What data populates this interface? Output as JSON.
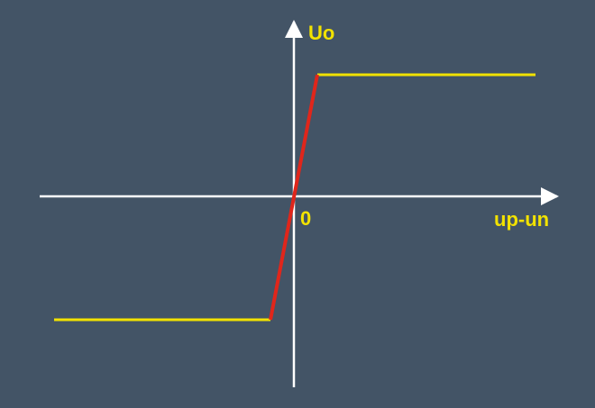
{
  "diagram": {
    "y_axis_label": "Uo",
    "x_axis_label": "up-un",
    "origin_label": "0"
  },
  "colors": {
    "background": "#435466",
    "axes": "#ffffff",
    "saturation_line": "#f2e200",
    "linear_region": "#e0261b",
    "text": "#f2e200"
  }
}
